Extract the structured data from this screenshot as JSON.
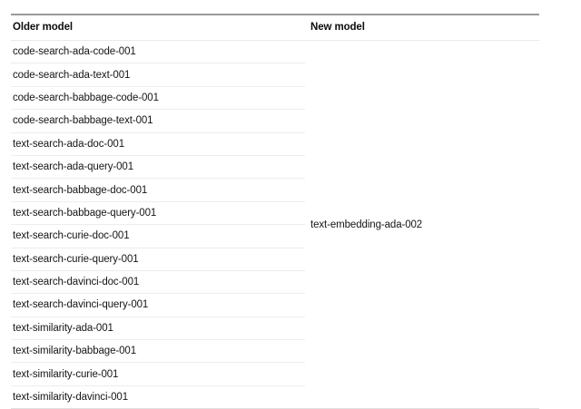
{
  "table": {
    "caption": "",
    "columns": [
      {
        "key": "older_model",
        "label": "Older model"
      },
      {
        "key": "new_model",
        "label": "New model"
      }
    ],
    "older_models": [
      "code-search-ada-code-001",
      "code-search-ada-text-001",
      "code-search-babbage-code-001",
      "code-search-babbage-text-001",
      "text-search-ada-doc-001",
      "text-search-ada-query-001",
      "text-search-babbage-doc-001",
      "text-search-babbage-query-001",
      "text-search-curie-doc-001",
      "text-search-curie-query-001",
      "text-search-davinci-doc-001",
      "text-search-davinci-query-001",
      "text-similarity-ada-001",
      "text-similarity-babbage-001",
      "text-similarity-curie-001",
      "text-similarity-davinci-001"
    ],
    "new_model": "text-embedding-ada-002",
    "row_count": 16
  },
  "colors": {
    "background": "#ffffff",
    "top_border": "#9a9a9a",
    "row_divider": "#ededed",
    "header_text": "#0d0d0d",
    "body_text": "#151515"
  }
}
